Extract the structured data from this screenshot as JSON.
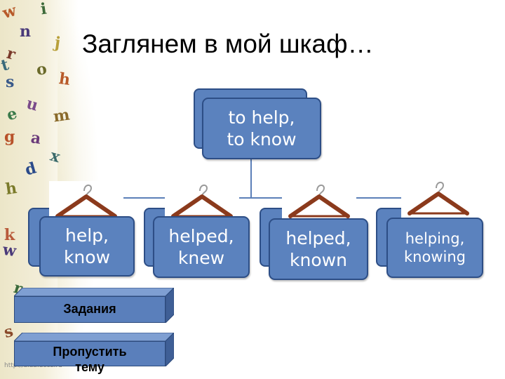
{
  "slide": {
    "title": "Заглянем в мой шкаф…",
    "url": "http://aida.ucoz.ru"
  },
  "decor": {
    "letters": [
      {
        "ch": "w",
        "c": "#b85a2a"
      },
      {
        "ch": "i",
        "c": "#3d6a3a"
      },
      {
        "ch": "n",
        "c": "#4a3a7a"
      },
      {
        "ch": "j",
        "c": "#b8a03a"
      },
      {
        "ch": "r",
        "c": "#7a3a2a"
      },
      {
        "ch": "t",
        "c": "#3a6a7a"
      },
      {
        "ch": "o",
        "c": "#6a6a2a"
      },
      {
        "ch": "s",
        "c": "#3a5a8a"
      },
      {
        "ch": "h",
        "c": "#b85a2a"
      },
      {
        "ch": "u",
        "c": "#7a4a8a"
      },
      {
        "ch": "e",
        "c": "#3a7a4a"
      },
      {
        "ch": "m",
        "c": "#8a6a2a"
      },
      {
        "ch": "g",
        "c": "#b8522a"
      },
      {
        "ch": "a",
        "c": "#6a3a7a"
      },
      {
        "ch": "x",
        "c": "#3a6a6a"
      },
      {
        "ch": "d",
        "c": "#2a4a8a"
      },
      {
        "ch": "h",
        "c": "#7a7a2a"
      },
      {
        "ch": "k",
        "c": "#b85a3a"
      },
      {
        "ch": "w",
        "c": "#4a3a7a"
      },
      {
        "ch": "r",
        "c": "#3a6a3a"
      },
      {
        "ch": "s",
        "c": "#8a4a2a"
      }
    ]
  },
  "tree": {
    "root": {
      "line1": "to help,",
      "line2": "to know"
    },
    "children": [
      {
        "line1": "help,",
        "line2": "know"
      },
      {
        "line1": "helped,",
        "line2": "knew"
      },
      {
        "line1": "helped,",
        "line2": "known"
      },
      {
        "line1": "helping,",
        "line2": "knowing"
      }
    ]
  },
  "buttons": {
    "tasks": "Задания",
    "skip": "Пропустить тему"
  },
  "colors": {
    "box_fill": "#5b82be",
    "box_border": "#2d4e86",
    "hanger_wood": "#8b3a1c",
    "hanger_hook": "#9a9a9a"
  }
}
